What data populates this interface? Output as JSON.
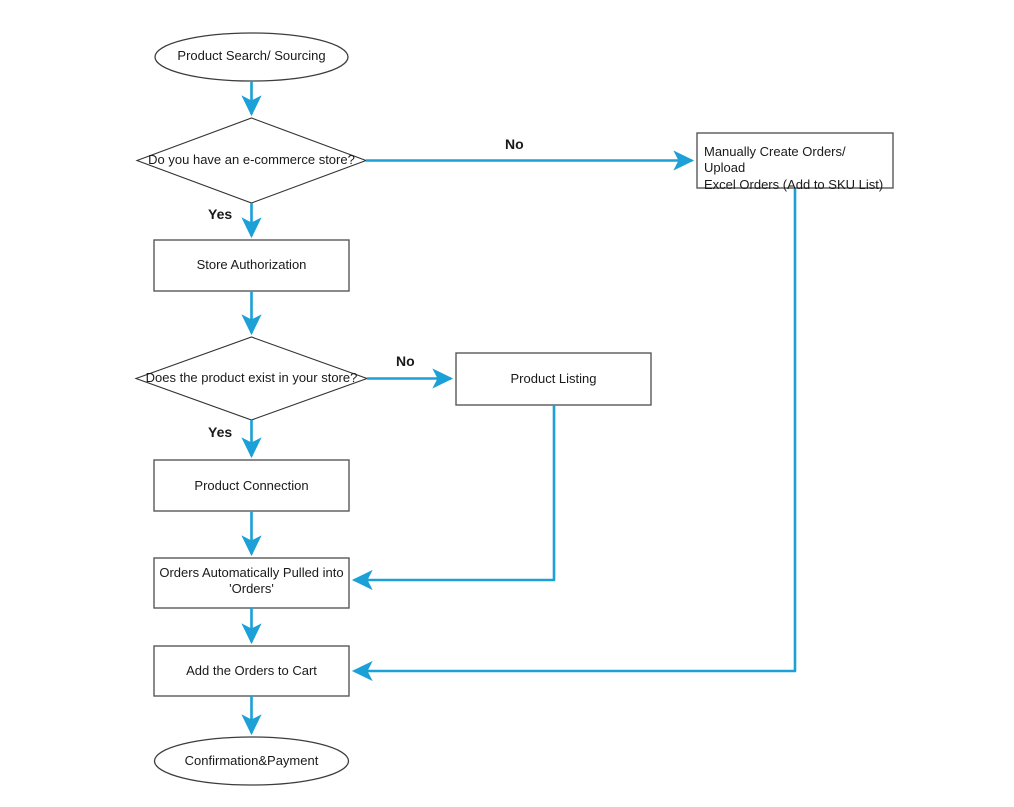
{
  "diagram": {
    "title": "E-commerce Order Fulfillment Flowchart",
    "background": "#ffffff",
    "accent_color": "#1BA0D7",
    "shape_stroke": "#595959",
    "terminator_stroke": "#3d3d3d",
    "text_color": "#1a1a1a"
  },
  "nodes": {
    "start": {
      "label": "Product Search/ Sourcing",
      "type": "terminator"
    },
    "decision_store": {
      "label": "Do you have an e-commerce store?",
      "type": "decision"
    },
    "manual_orders": {
      "label": "Manually Create Orders/ Upload\nExcel Orders (Add to SKU List)",
      "type": "process"
    },
    "store_authorization": {
      "label": "Store Authorization",
      "type": "process"
    },
    "decision_product": {
      "label": "Does the product exist in your store?",
      "type": "decision"
    },
    "product_listing": {
      "label": "Product Listing",
      "type": "process"
    },
    "product_connection": {
      "label": "Product Connection",
      "type": "process"
    },
    "orders_pulled": {
      "label": "Orders Automatically Pulled into\n'Orders'",
      "type": "process"
    },
    "add_to_cart": {
      "label": "Add the Orders to Cart",
      "type": "process"
    },
    "confirmation": {
      "label": "Confirmation&Payment",
      "type": "terminator"
    }
  },
  "edge_labels": {
    "store_no": "No",
    "store_yes": "Yes",
    "product_no": "No",
    "product_yes": "Yes"
  }
}
